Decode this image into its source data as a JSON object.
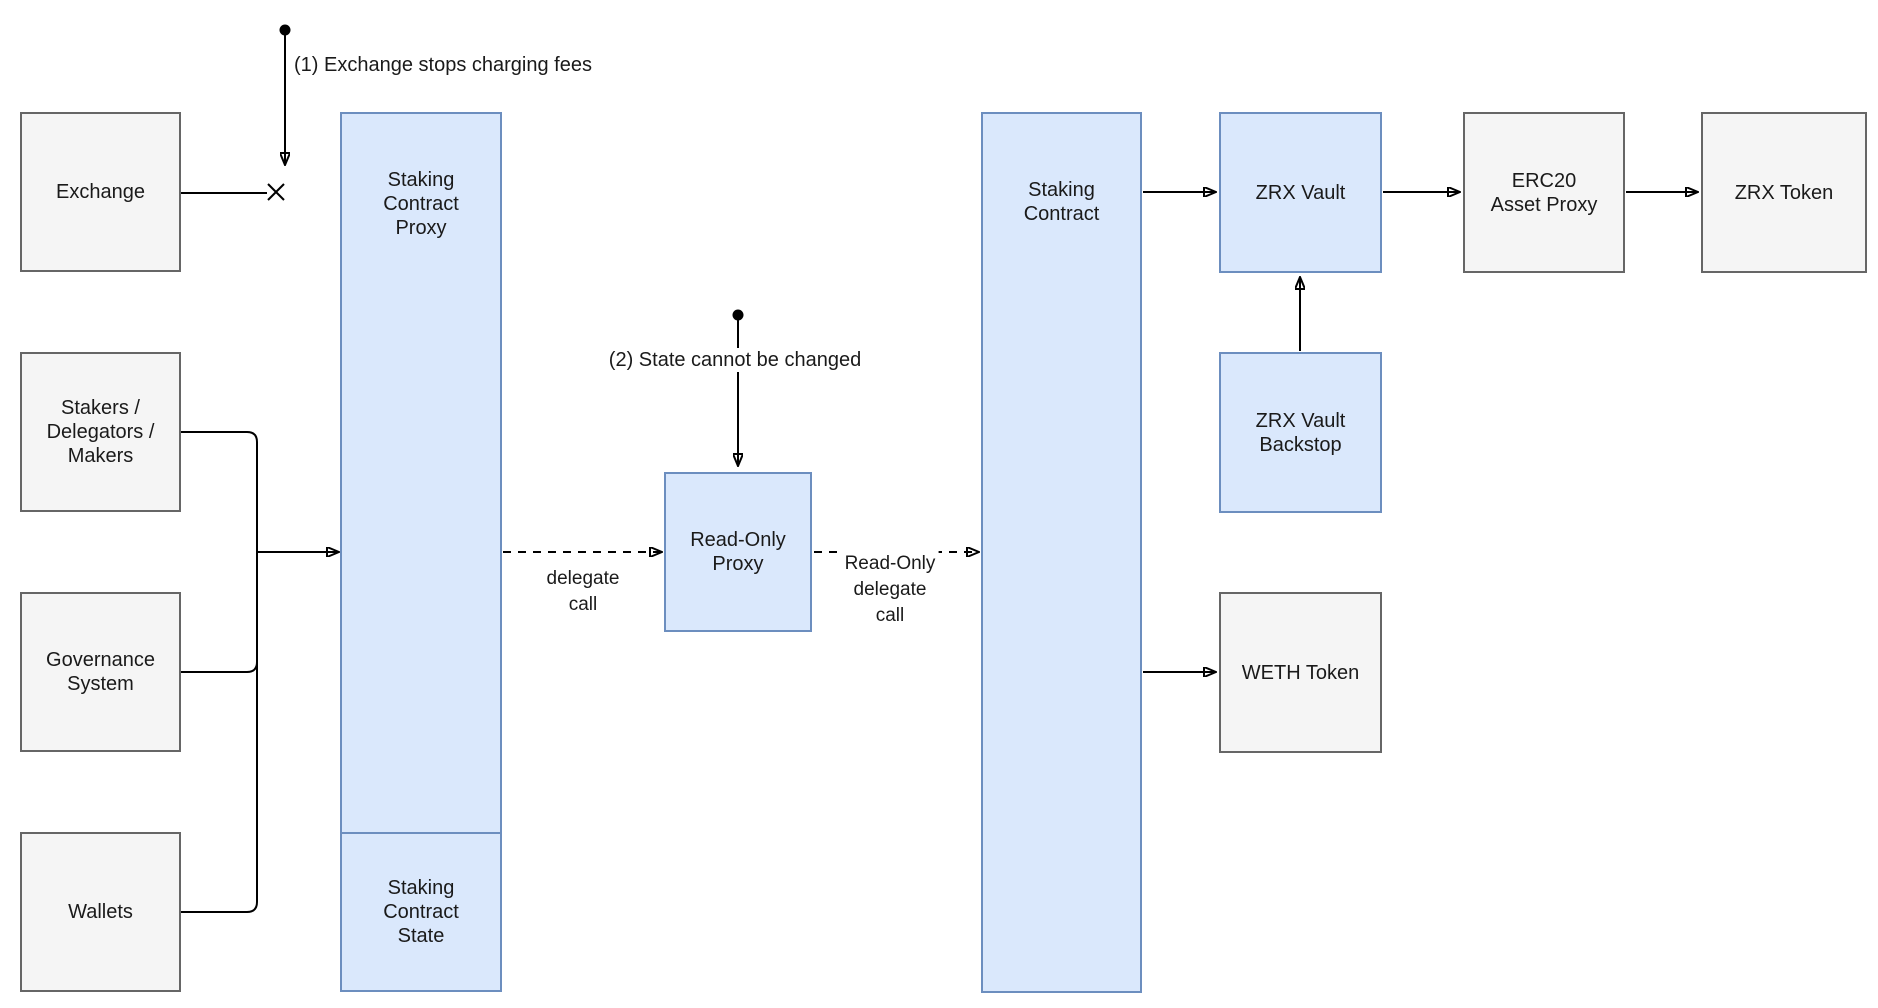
{
  "nodes": {
    "exchange": {
      "label": "Exchange"
    },
    "stakers": {
      "label": "Stakers /\nDelegators /\nMakers"
    },
    "governance": {
      "label": "Governance\nSystem"
    },
    "wallets": {
      "label": "Wallets"
    },
    "staking_contract_proxy": {
      "label": "Staking\nContract\nProxy"
    },
    "staking_contract_state": {
      "label": "Staking\nContract\nState"
    },
    "read_only_proxy": {
      "label": "Read-Only\nProxy"
    },
    "staking_contract": {
      "label": "Staking\nContract"
    },
    "zrx_vault": {
      "label": "ZRX Vault"
    },
    "zrx_vault_backstop": {
      "label": "ZRX Vault\nBackstop"
    },
    "weth_token": {
      "label": "WETH Token"
    },
    "erc20_asset_proxy": {
      "label": "ERC20\nAsset Proxy"
    },
    "zrx_token": {
      "label": "ZRX Token"
    }
  },
  "edge_labels": {
    "delegate_call": "delegate\ncall",
    "read_only_delegate_call": "Read-Only\ndelegate\ncall"
  },
  "annotations": {
    "note1": "(1) Exchange stops charging fees",
    "note2": "(2) State cannot be changed"
  },
  "colors": {
    "node_blue_fill": "#dae8fc",
    "node_blue_stroke": "#6c8ebf",
    "node_gray_fill": "#f5f5f5",
    "node_gray_stroke": "#666666",
    "edge_color": "#000000",
    "text_color": "#1a1a1a",
    "canvas_bg": "#ffffff"
  }
}
